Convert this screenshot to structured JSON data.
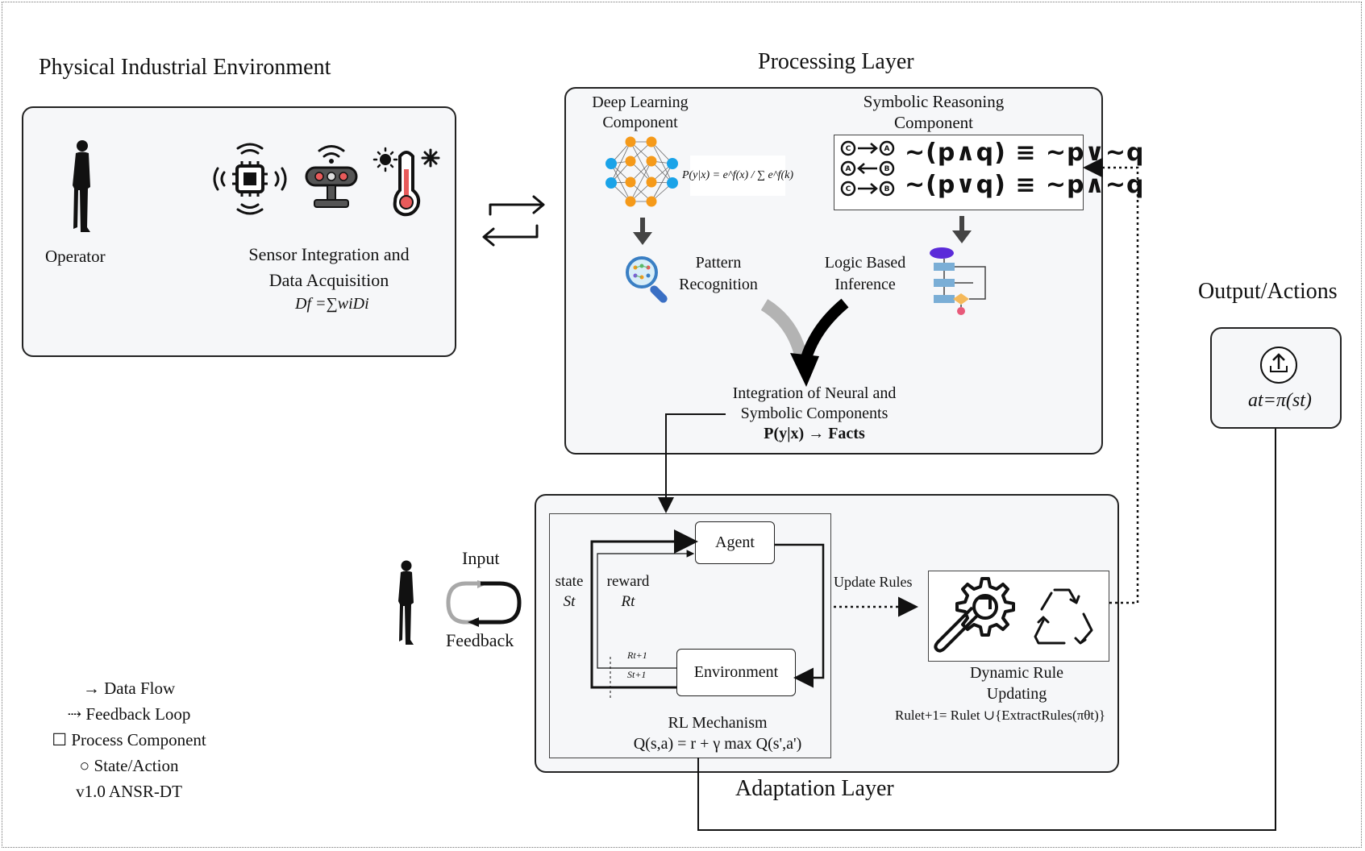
{
  "physical": {
    "title": "Physical Industrial Environment",
    "operator_label": "Operator",
    "sensor_label_1": "Sensor Integration and",
    "sensor_label_2": "Data Acquisition",
    "sensor_formula": "Df =∑wiDi"
  },
  "processing": {
    "title": "Processing Layer",
    "dl_label_1": "Deep Learning",
    "dl_label_2": "Component",
    "softmax": "P(y|x) = e^f(x) / ∑ e^f(k)",
    "sr_label_1": "Symbolic Reasoning",
    "sr_label_2": "Component",
    "logic_formula_1": "~(p∧q) ≡ ~p∨~q",
    "logic_formula_2": "~(p∨q) ≡ ~p∧~q",
    "pattern_label_1": "Pattern",
    "pattern_label_2": "Recognition",
    "logic_inf_label_1": "Logic Based",
    "logic_inf_label_2": "Inference",
    "integration_1": "Integration of Neural and",
    "integration_2": "Symbolic Components",
    "integration_3": "P(y|x) → Facts"
  },
  "output": {
    "title": "Output/Actions",
    "formula": "at=π(st)"
  },
  "adaptation": {
    "title": "Adaptation Layer",
    "input_label": "Input",
    "feedback_label": "Feedback",
    "agent": "Agent",
    "environment": "Environment",
    "state": "state",
    "state_sym": "St",
    "reward": "reward",
    "reward_sym": "Rt",
    "r_next": "Rt+1",
    "s_next": "St+1",
    "rl_label": "RL Mechanism",
    "q_formula": "Q(s,a) = r + γ max Q(s',a')",
    "update_rules": "Update Rules",
    "dru_1": "Dynamic  Rule",
    "dru_2": "Updating",
    "rule_formula": "Rulet+1= Rulet ∪{ExtractRules(πθt)}"
  },
  "legend": {
    "data_flow": "→ Data Flow",
    "feedback_loop": "⇢ Feedback Loop",
    "process_component": "☐ Process Component",
    "state_action": "○ State/Action",
    "version": "v1.0 ANSR-DT"
  },
  "colors": {
    "panel_bg": "#f6f7f9",
    "neuron_blue": "#1aa3e8",
    "neuron_orange": "#f59a1a",
    "flow_blue": "#7aaed6",
    "flow_purple": "#5b2bd9"
  }
}
